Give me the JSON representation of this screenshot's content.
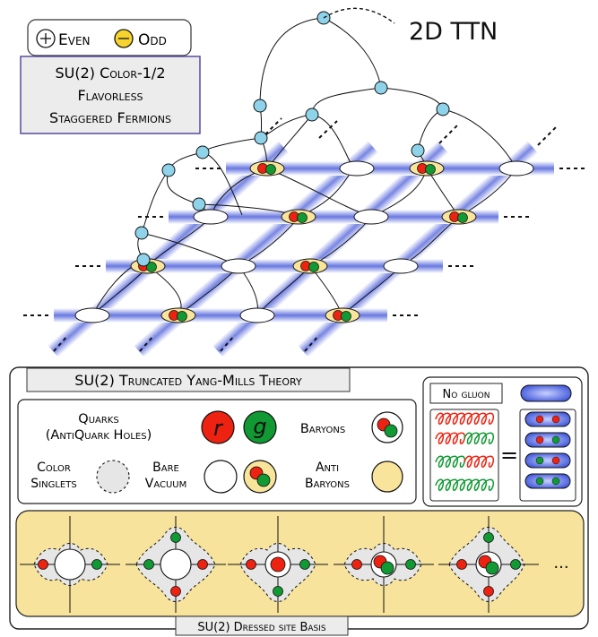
{
  "title": "2D TTN",
  "parity_legend": {
    "even": "Even",
    "odd": "Odd"
  },
  "model_box": {
    "line1": "SU(2) Color-1/2",
    "line2": "Flavorless",
    "line3": "Staggered Fermions"
  },
  "theory_panel": {
    "title": "SU(2) Truncated Yang-Mills Theory",
    "quarks_label_1": "Quarks",
    "quarks_label_2": "(AntiQuark Holes)",
    "red_symbol": "r",
    "green_symbol": "g",
    "baryons_label": "Baryons",
    "singlets_label_1": "Color",
    "singlets_label_2": "Singlets",
    "vacuum_label_1": "Bare",
    "vacuum_label_2": "Vacuum",
    "antibaryons_label_1": "Anti",
    "antibaryons_label_2": "Baryons",
    "no_gluon_label": "No gluon",
    "equals_sign": "="
  },
  "dressed_basis": {
    "caption": "SU(2) Dressed site Basis",
    "ellipsis": "..."
  },
  "colors": {
    "quark_red": "#ee2211",
    "quark_green": "#119933",
    "tree_node": "#8fd3ea",
    "antibaryon_yellow": "#f8e49a",
    "panel_yellow": "#f7e39c",
    "link_blue": "#6f7fe0"
  }
}
